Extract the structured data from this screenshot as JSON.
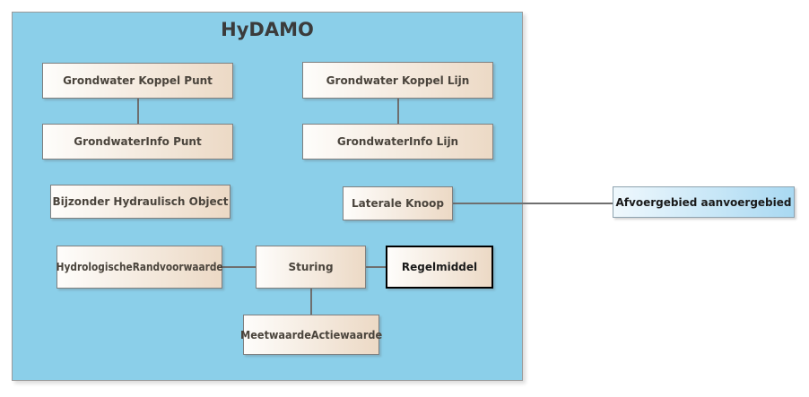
{
  "diagram": {
    "title": "HyDAMO"
  },
  "nodes": {
    "gkp": {
      "label": "Grondwater Koppel Punt"
    },
    "gkl": {
      "label": "Grondwater Koppel Lijn"
    },
    "gip": {
      "label": "GrondwaterInfo Punt"
    },
    "gil": {
      "label": "GrondwaterInfo Lijn"
    },
    "bho": {
      "label": "Bijzonder Hydraulisch Object"
    },
    "lk": {
      "label": "Laterale Knoop"
    },
    "hr": {
      "label": "HydrologischeRandvoorwaarde"
    },
    "sturing": {
      "label": "Sturing"
    },
    "regelmiddel": {
      "label": "Regelmiddel"
    },
    "mwa": {
      "label": "MeetwaardeActiewaarde"
    },
    "afv": {
      "label": "Afvoergebied aanvoergebied"
    }
  },
  "edges": [
    {
      "from": "Grondwater Koppel Punt",
      "to": "GrondwaterInfo Punt"
    },
    {
      "from": "Grondwater Koppel Lijn",
      "to": "GrondwaterInfo Lijn"
    },
    {
      "from": "Laterale Knoop",
      "to": "Afvoergebied aanvoergebied"
    },
    {
      "from": "HydrologischeRandvoorwaarde",
      "to": "Sturing"
    },
    {
      "from": "Sturing",
      "to": "Regelmiddel"
    },
    {
      "from": "Sturing",
      "to": "MeetwaardeActiewaarde"
    }
  ],
  "colors": {
    "panel_fill": "#8BCFE9",
    "panel_border": "#9A9A9A",
    "node_fill_left": "#FEFDFB",
    "node_fill_right": "#ECD9C5",
    "node_border": "#7F7F7F",
    "node_text": "#4A443C",
    "emphasis_node_border": "#000000",
    "external_node_fill_left": "#EFF8FD",
    "external_node_fill_right": "#A9D9F2",
    "external_node_border": "#8FA3B0",
    "external_node_text": "#1A1A1A",
    "edge_color": "#6F6F6F",
    "title_text": "#3B3B3B"
  }
}
